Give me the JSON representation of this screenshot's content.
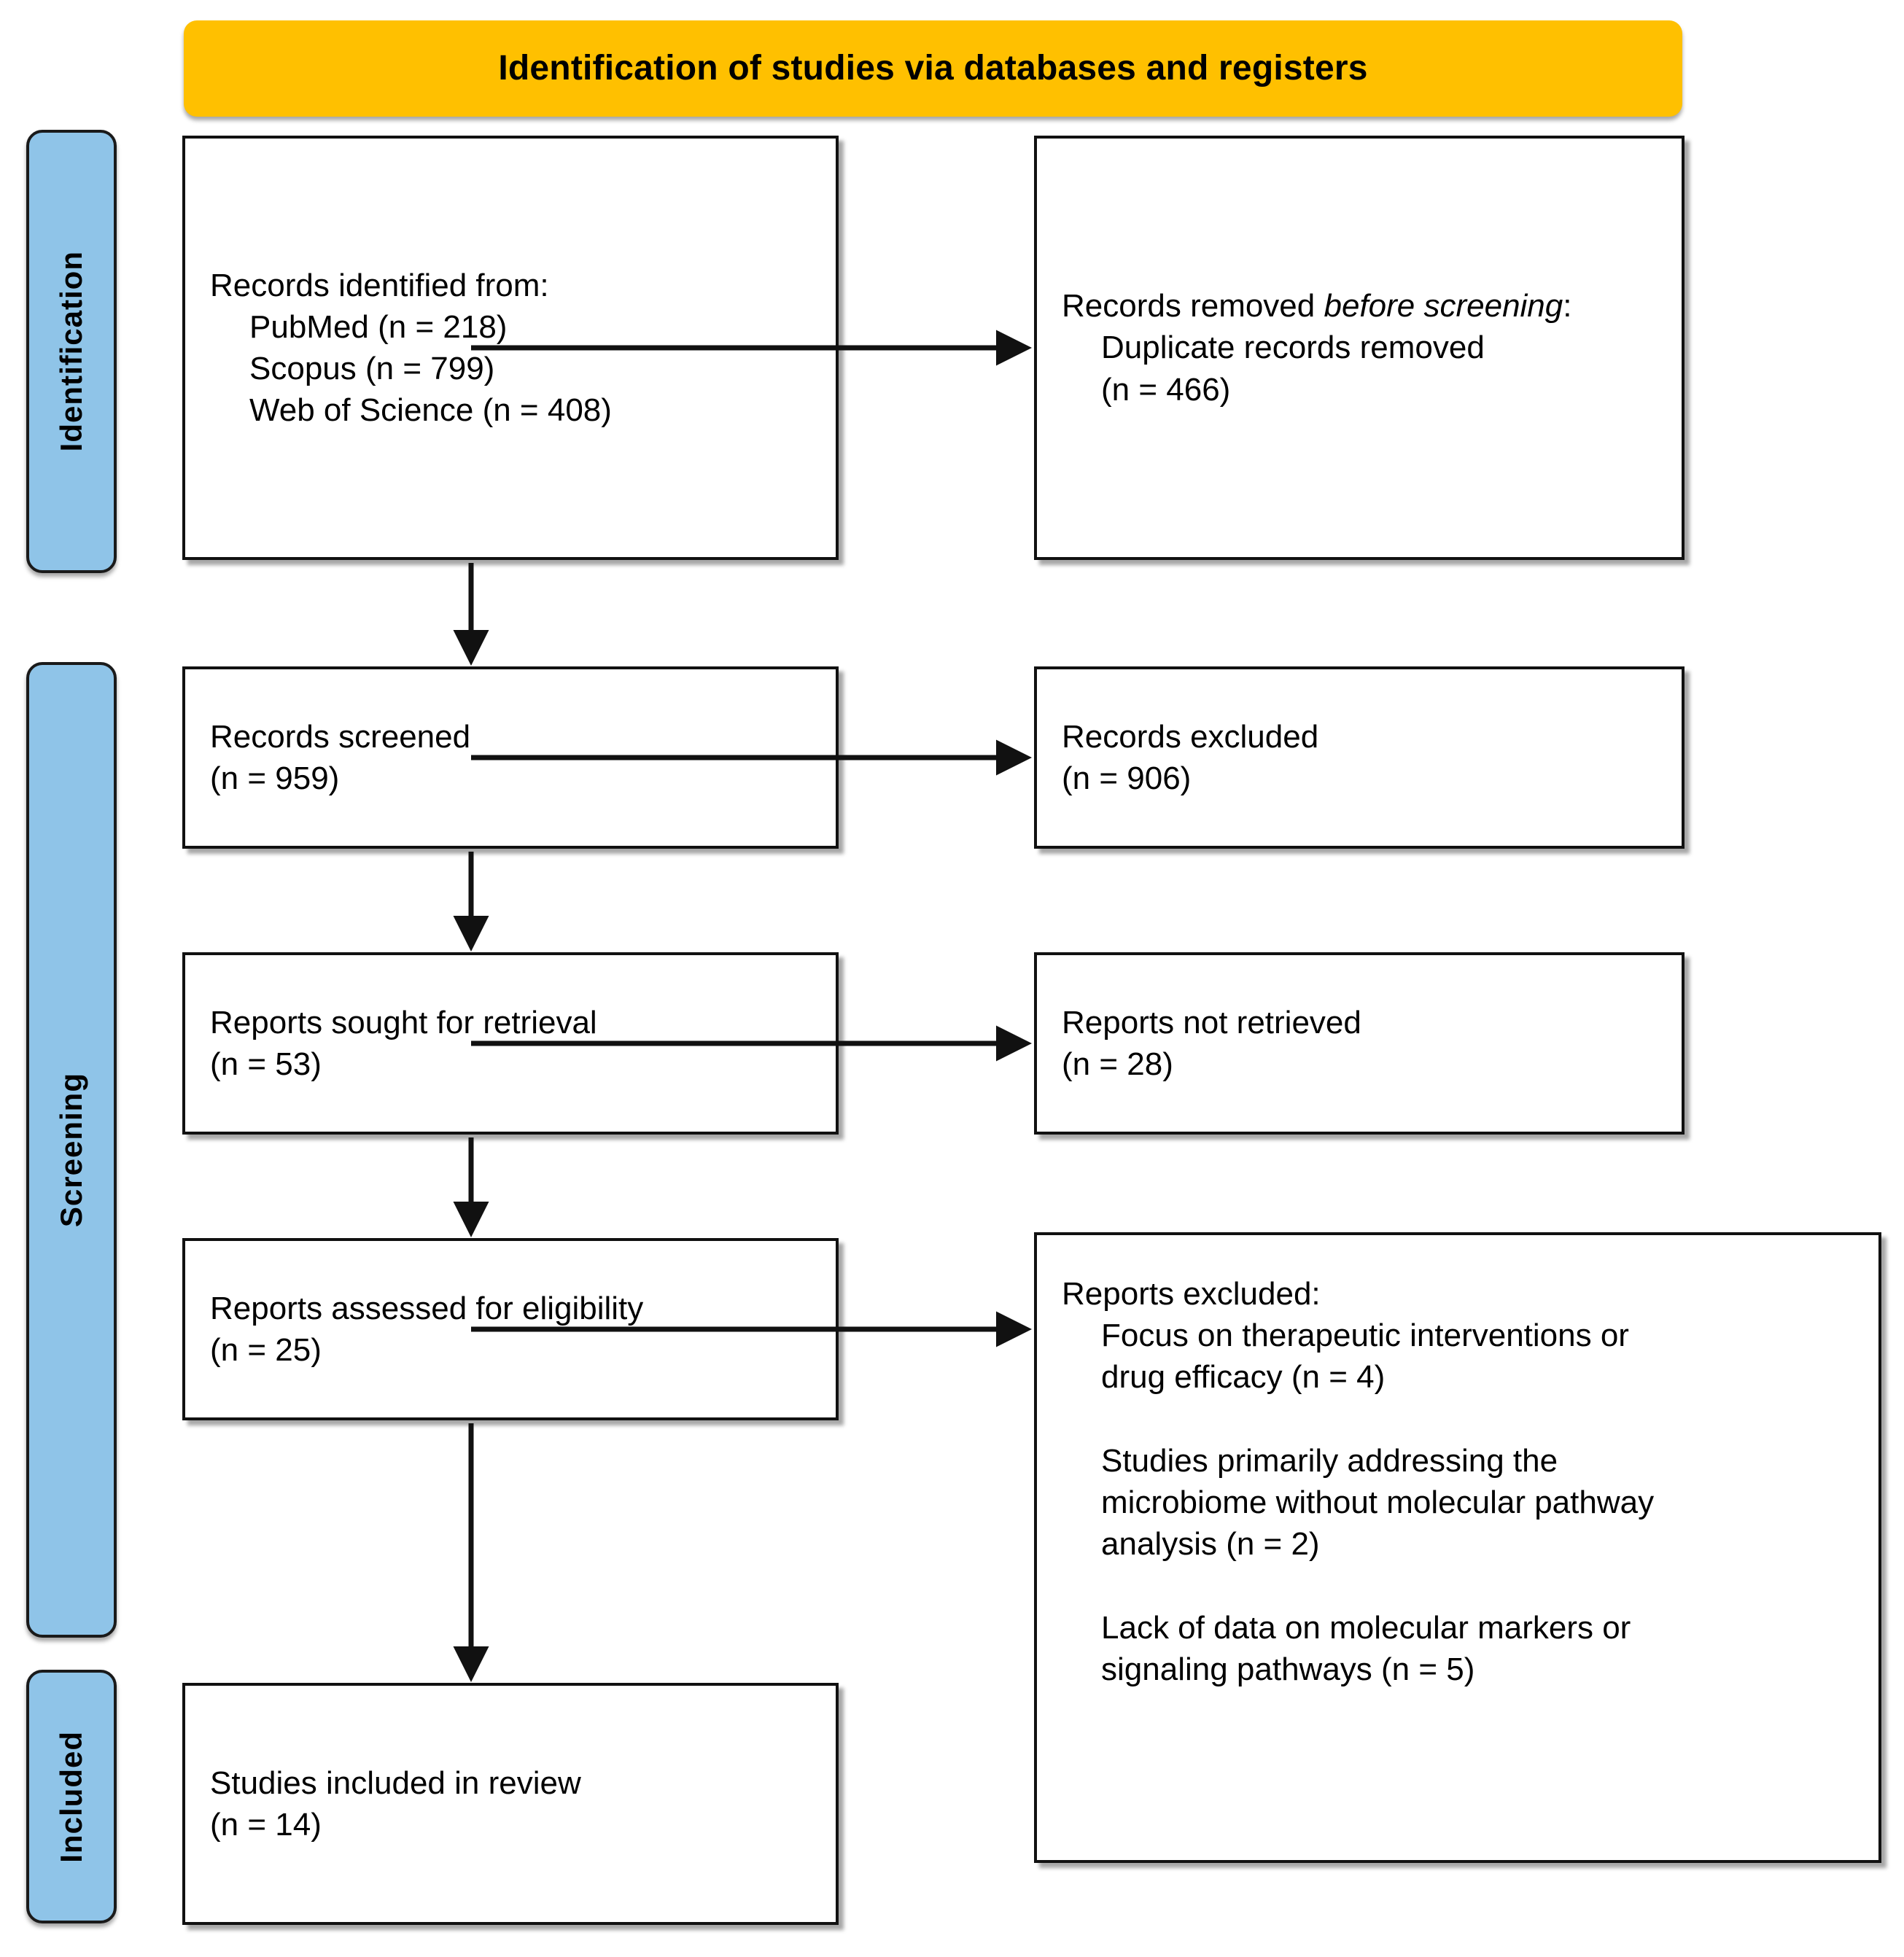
{
  "diagram": {
    "type": "prisma-flow-diagram",
    "header": {
      "title": "Identification of studies via databases and registers",
      "color": "#FFC000"
    },
    "stages": [
      {
        "id": "identification",
        "label": "Identification",
        "color": "#8FC4E8"
      },
      {
        "id": "screening",
        "label": "Screening",
        "color": "#8FC4E8"
      },
      {
        "id": "included",
        "label": "Included",
        "color": "#8FC4E8"
      }
    ],
    "boxes": {
      "records_identified": {
        "title": "Records identified from:",
        "lines": [
          "PubMed (n = 218)",
          "Scopus (n = 799)",
          "Web of Science (n = 408)"
        ]
      },
      "records_removed": {
        "title_plain": "Records removed ",
        "title_italic": "before screening",
        "title_colon": ":",
        "lines": [
          "Duplicate records removed",
          "(n = 466)"
        ]
      },
      "records_screened": {
        "title": "Records screened",
        "count": "(n = 959)"
      },
      "records_excluded": {
        "title": "Records excluded",
        "count": "(n = 906)"
      },
      "reports_sought": {
        "title": "Reports sought for retrieval",
        "count": "(n = 53)"
      },
      "reports_not_retrieved": {
        "title": "Reports not retrieved",
        "count": "(n = 28)"
      },
      "reports_assessed": {
        "title": "Reports assessed for eligibility",
        "count": "(n = 25)"
      },
      "reports_excluded": {
        "title": "Reports excluded:",
        "reasons": [
          "Focus on therapeutic interventions or\ndrug efficacy (n = 4)",
          "Studies primarily addressing the\nmicrobiome without molecular pathway\nanalysis (n = 2)",
          "Lack of data on molecular markers or\nsignaling pathways (n = 5)"
        ]
      },
      "studies_included": {
        "title": "Studies included in review",
        "count": "(n = 14)"
      }
    }
  }
}
